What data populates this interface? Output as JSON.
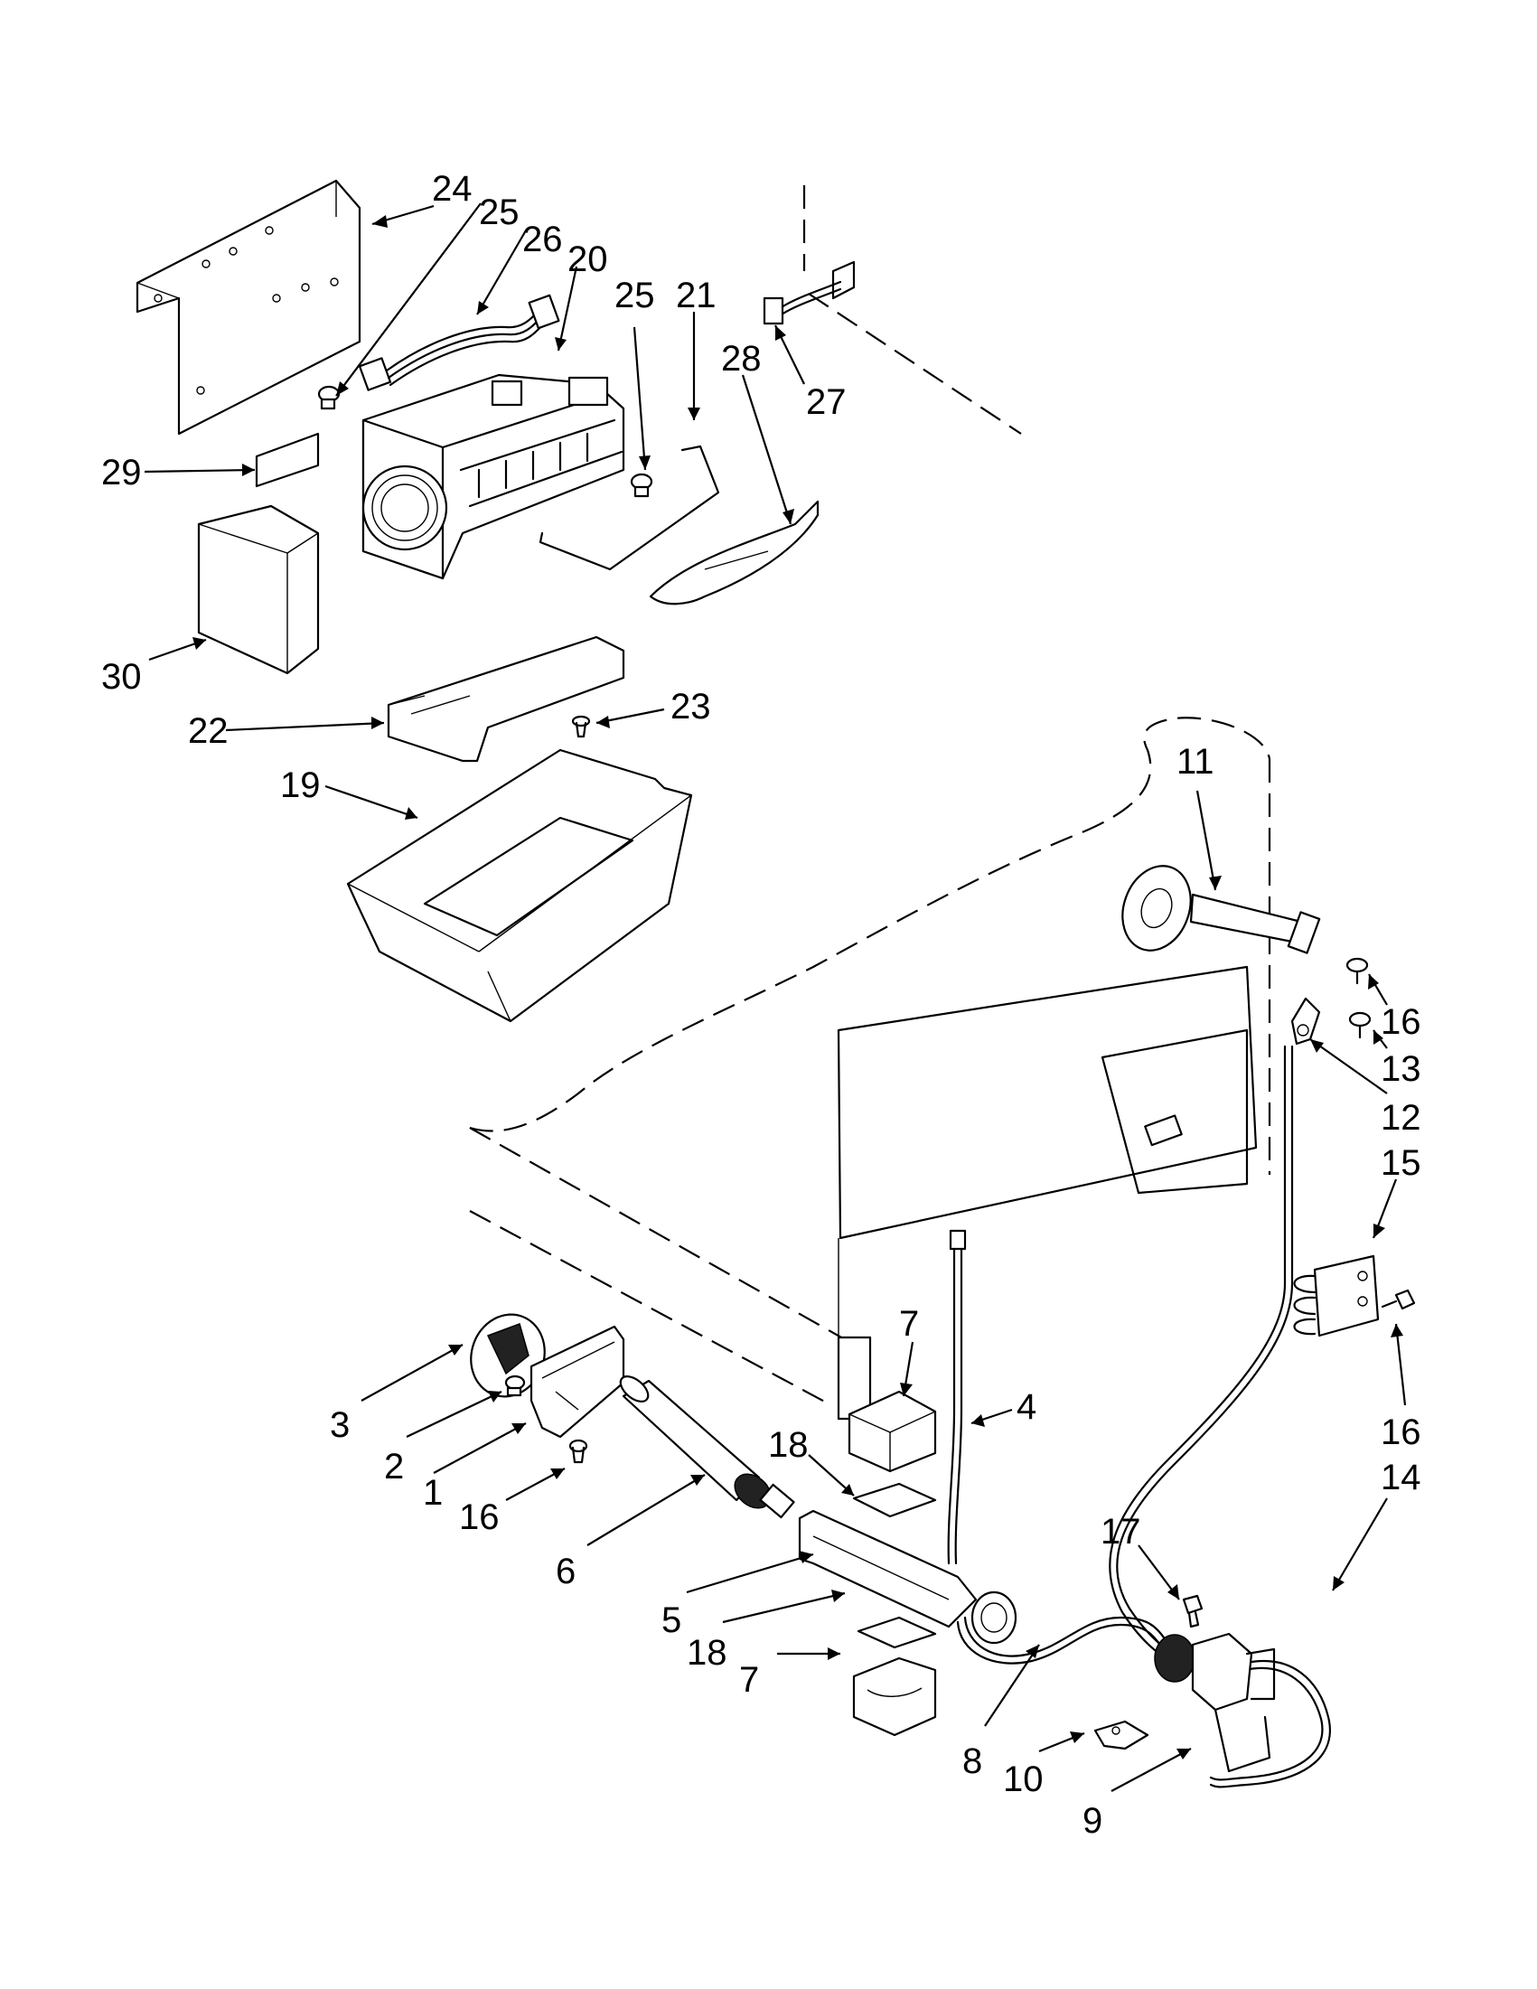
{
  "callouts": [
    {
      "id": "c24",
      "label": "24"
    },
    {
      "id": "c25a",
      "label": "25"
    },
    {
      "id": "c26",
      "label": "26"
    },
    {
      "id": "c20",
      "label": "20"
    },
    {
      "id": "c25b",
      "label": "25"
    },
    {
      "id": "c21",
      "label": "21"
    },
    {
      "id": "c28",
      "label": "28"
    },
    {
      "id": "c27",
      "label": "27"
    },
    {
      "id": "c29",
      "label": "29"
    },
    {
      "id": "c30",
      "label": "30"
    },
    {
      "id": "c22",
      "label": "22"
    },
    {
      "id": "c23",
      "label": "23"
    },
    {
      "id": "c19",
      "label": "19"
    },
    {
      "id": "c11",
      "label": "11"
    },
    {
      "id": "c16a",
      "label": "16"
    },
    {
      "id": "c13",
      "label": "13"
    },
    {
      "id": "c12",
      "label": "12"
    },
    {
      "id": "c15",
      "label": "15"
    },
    {
      "id": "c16b",
      "label": "16"
    },
    {
      "id": "c14",
      "label": "14"
    },
    {
      "id": "c7a",
      "label": "7"
    },
    {
      "id": "c4",
      "label": "4"
    },
    {
      "id": "c18a",
      "label": "18"
    },
    {
      "id": "c3",
      "label": "3"
    },
    {
      "id": "c2",
      "label": "2"
    },
    {
      "id": "c1",
      "label": "1"
    },
    {
      "id": "c16c",
      "label": "16"
    },
    {
      "id": "c6",
      "label": "6"
    },
    {
      "id": "c17",
      "label": "17"
    },
    {
      "id": "c5",
      "label": "5"
    },
    {
      "id": "c18b",
      "label": "18"
    },
    {
      "id": "c7b",
      "label": "7"
    },
    {
      "id": "c8",
      "label": "8"
    },
    {
      "id": "c10",
      "label": "10"
    },
    {
      "id": "c9",
      "label": "9"
    }
  ]
}
